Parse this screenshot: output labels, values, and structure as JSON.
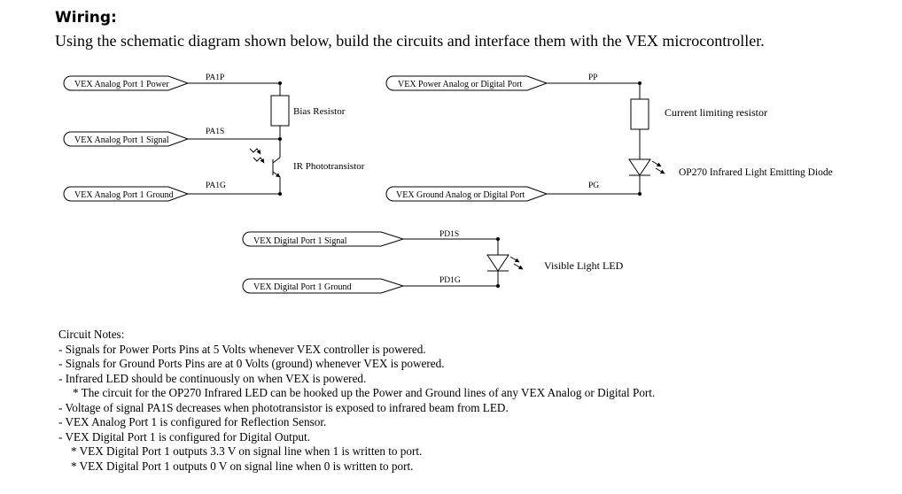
{
  "header": {
    "title": "Wiring:",
    "subtitle": "Using the schematic diagram shown below, build the circuits and interface them with the VEX microcontroller."
  },
  "schematic": {
    "circuit1": {
      "power_port": "VEX Analog Port 1 Power",
      "signal_port": "VEX Analog Port 1 Signal",
      "ground_port": "VEX Analog Port 1 Ground",
      "pin_power": "PA1P",
      "pin_signal": "PA1S",
      "pin_ground": "PA1G",
      "resistor": "Bias Resistor",
      "sensor": "IR Phototransistor"
    },
    "circuit2": {
      "power_port": "VEX Power Analog or Digital Port",
      "ground_port": "VEX Ground Analog or Digital Port",
      "pin_power": "PP",
      "pin_ground": "PG",
      "resistor": "Current limiting resistor",
      "led": "OP270 Infrared Light Emitting Diode"
    },
    "circuit3": {
      "signal_port": "VEX Digital Port 1 Signal",
      "ground_port": "VEX Digital Port 1 Ground",
      "pin_signal": "PD1S",
      "pin_ground": "PD1G",
      "led": "Visible Light LED"
    }
  },
  "notes": {
    "title": "Circuit Notes:",
    "items": [
      "- Signals for Power Ports Pins at 5 Volts whenever VEX controller is powered.",
      "- Signals for Ground Ports Pins are at 0 Volts (ground) whenever VEX is powered.",
      "- Infrared LED should be continuously on when VEX is powered.",
      "* The circuit for the OP270 Infrared LED can be hooked up the Power and Ground lines of any VEX Analog or Digital Port.",
      "- Voltage of signal PA1S decreases when phototransistor is exposed to infrared beam from LED.",
      "- VEX Analog Port 1 is configured for Reflection Sensor.",
      "- VEX Digital Port 1 is configured for Digital Output.",
      "* VEX Digital Port 1 outputs 3.3 V on signal line when 1 is written to port.",
      "* VEX Digital Port 1 outputs 0 V on signal line when 0 is written to port."
    ]
  }
}
